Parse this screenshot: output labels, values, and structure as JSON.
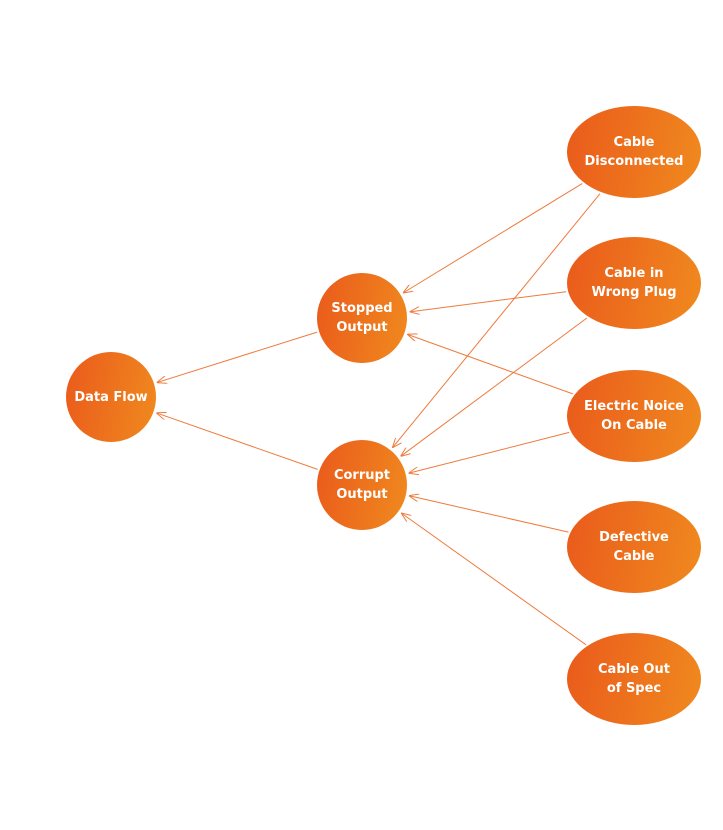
{
  "diagram": {
    "nodes": {
      "data_flow": "Data Flow",
      "stopped_output": "Stopped\nOutput",
      "corrupt_output": "Corrupt\nOutput",
      "cable_disconnected": "Cable\nDisconnected",
      "cable_wrong_plug": "Cable in\nWrong Plug",
      "electric_noise": "Electric Noice\nOn Cable",
      "defective_cable": "Defective\nCable",
      "cable_out_of_spec": "Cable Out\nof Spec"
    },
    "edges": [
      {
        "from": "stopped_output",
        "to": "data_flow"
      },
      {
        "from": "corrupt_output",
        "to": "data_flow"
      },
      {
        "from": "cable_disconnected",
        "to": "stopped_output"
      },
      {
        "from": "cable_disconnected",
        "to": "corrupt_output"
      },
      {
        "from": "cable_wrong_plug",
        "to": "stopped_output"
      },
      {
        "from": "cable_wrong_plug",
        "to": "corrupt_output"
      },
      {
        "from": "electric_noise",
        "to": "stopped_output"
      },
      {
        "from": "electric_noise",
        "to": "corrupt_output"
      },
      {
        "from": "defective_cable",
        "to": "corrupt_output"
      },
      {
        "from": "cable_out_of_spec",
        "to": "corrupt_output"
      }
    ],
    "colors": {
      "node_start": "#ea5a1c",
      "node_end": "#f08a1e",
      "edge": "#ee7b3d",
      "text": "#ffffff"
    }
  }
}
